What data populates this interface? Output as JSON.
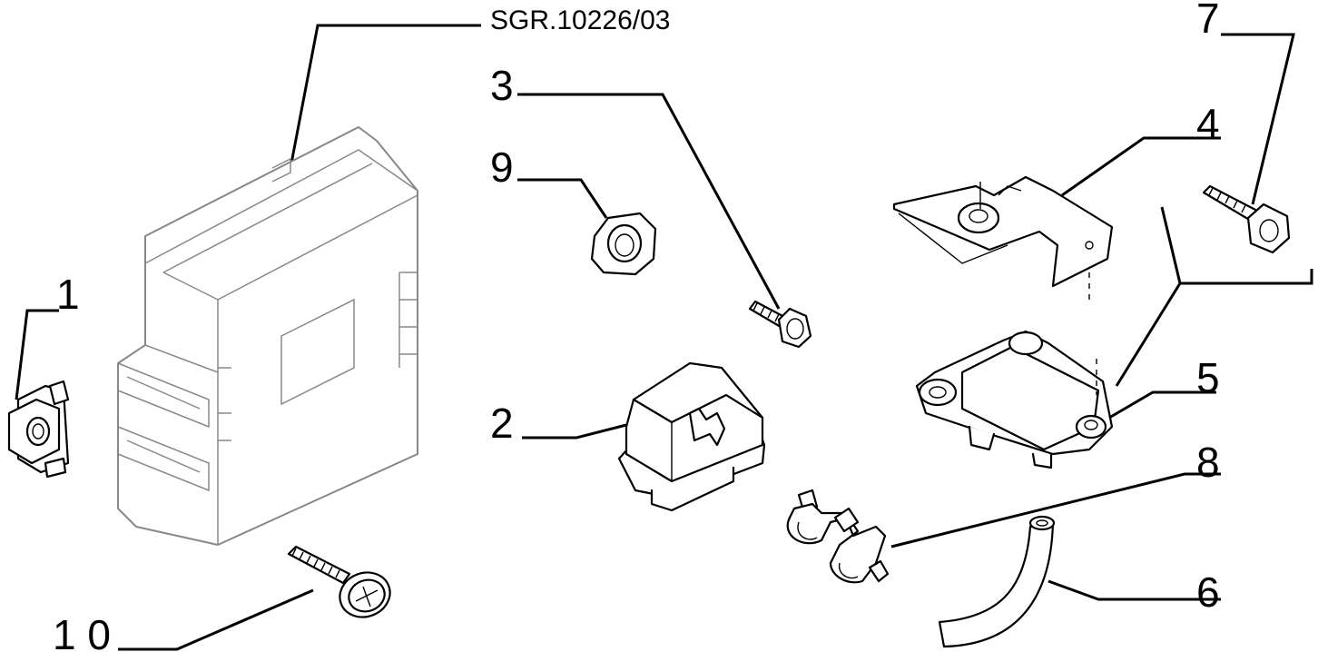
{
  "drawing_ref": "SGR.10226/03",
  "callouts": {
    "c1": "1",
    "c2": "2",
    "c3": "3",
    "c4": "4",
    "c5": "5",
    "c6": "6",
    "c7": "7",
    "c8": "8",
    "c9": "9",
    "c10": "1 0"
  }
}
